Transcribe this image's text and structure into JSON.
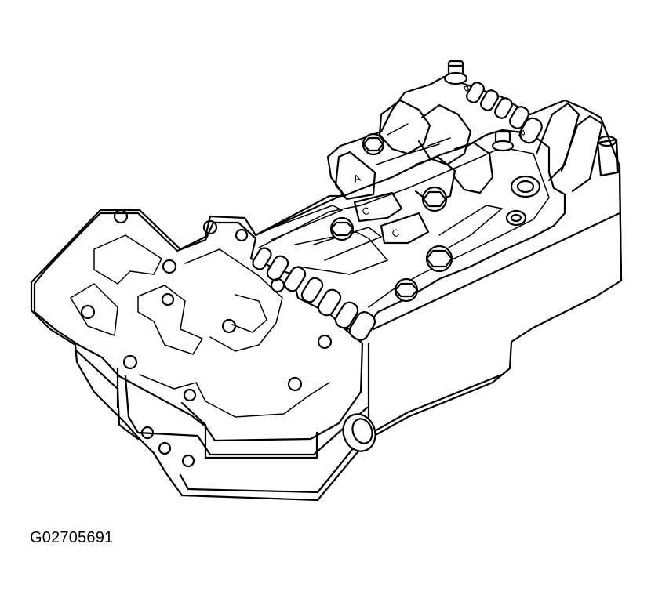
{
  "figure": {
    "reference_code": "G02705691",
    "part_labels": {
      "a": "A",
      "b1": "B",
      "b2": "B",
      "c1": "C",
      "c2": "C"
    }
  },
  "palette": {
    "line": "#000000",
    "background": "#ffffff"
  }
}
